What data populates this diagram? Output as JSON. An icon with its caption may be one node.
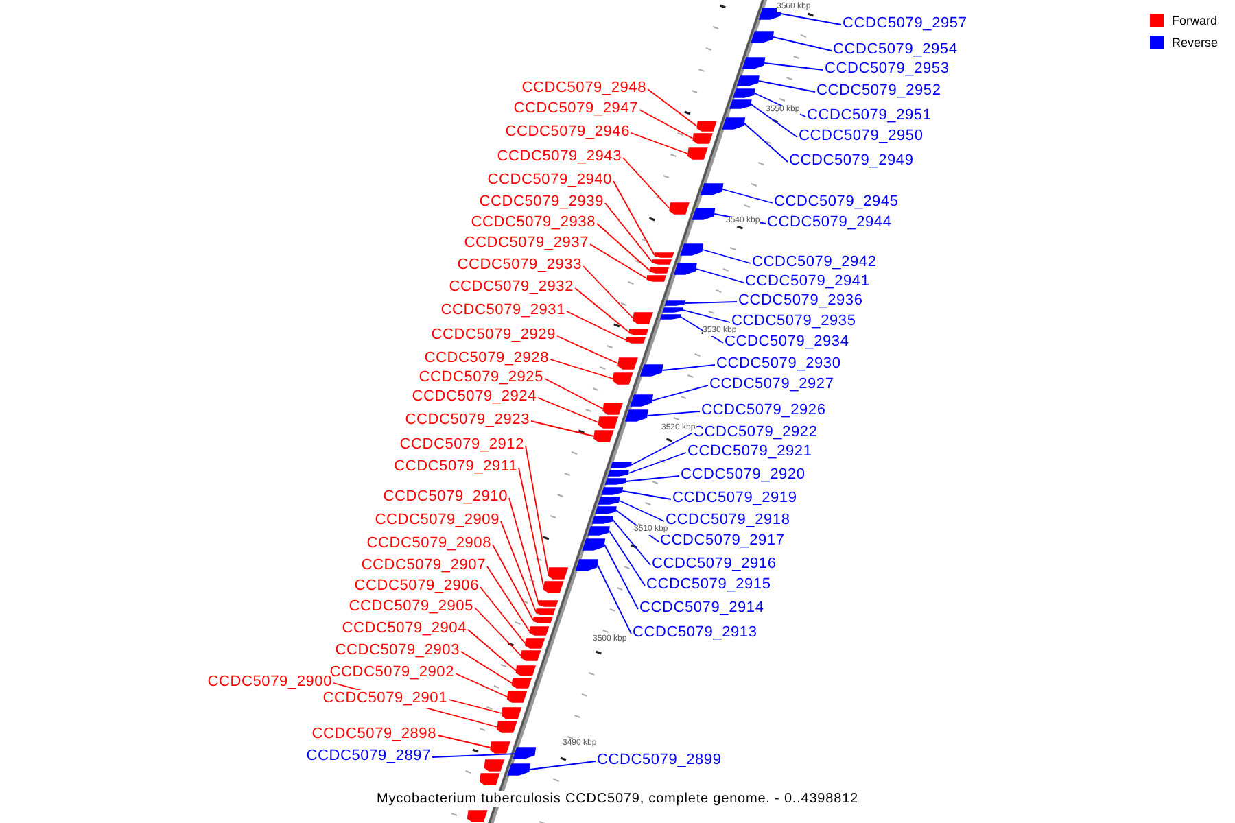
{
  "diagram": {
    "caption": "Mycobacterium tuberculosis CCDC5079, complete genome. - 0..4398812",
    "nodes": [
      {
        "text": [
          "CCDC5079_2948"
        ]
      },
      {
        "text": [
          "CCDC5079_2947"
        ]
      },
      {
        "text": [
          "CCDC5079_2946"
        ]
      },
      {
        "text": [
          "CCDC5079_2943"
        ]
      },
      {
        "text": [
          "CCDC5079_2940"
        ]
      },
      {
        "text": [
          "CCDC5079_2939"
        ]
      },
      {
        "text": [
          "CCDC5079_2938"
        ]
      },
      {
        "text": [
          "CCDC5079_2937"
        ]
      },
      {
        "text": [
          "CCDC5079_2933"
        ]
      },
      {
        "text": [
          "CCDC5079_2932"
        ]
      },
      {
        "text": [
          "CCDC5079_2931"
        ]
      },
      {
        "text": [
          "CCDC5079_2929"
        ]
      },
      {
        "text": [
          "CCDC5079_2928"
        ]
      },
      {
        "text": [
          "CCDC5079_2925"
        ]
      },
      {
        "text": [
          "CCDC5079_2924"
        ]
      },
      {
        "text": [
          "CCDC5079_2923"
        ]
      },
      {
        "text": [
          "CCDC5079_2912"
        ]
      },
      {
        "text": [
          "CCDC5079_2911"
        ]
      },
      {
        "text": [
          "CCDC5079_2910"
        ]
      },
      {
        "text": [
          "CCDC5079_2909"
        ]
      },
      {
        "text": [
          "CCDC5079_2908"
        ]
      },
      {
        "text": [
          "CCDC5079_2907"
        ]
      },
      {
        "text": [
          "CCDC5079_2906"
        ]
      },
      {
        "text": [
          "CCDC5079_2905"
        ]
      },
      {
        "text": [
          "CCDC5079_2904"
        ]
      },
      {
        "text": [
          "CCDC5079_2903"
        ]
      },
      {
        "text": [
          "CCDC5079_2902"
        ]
      },
      {
        "text": [
          "CCDC5079_2900"
        ]
      },
      {
        "text": [
          "CCDC5079_2901"
        ]
      },
      {
        "text": [
          "CCDC5079_2898"
        ]
      },
      {
        "text": [
          "CCDC5079_2897"
        ]
      },
      {
        "text": [
          "CCDC5079_2957"
        ]
      },
      {
        "text": [
          "CCDC5079_2954"
        ]
      },
      {
        "text": [
          "CCDC5079_2953"
        ]
      },
      {
        "text": [
          "CCDC5079_2952"
        ]
      },
      {
        "text": [
          "CCDC5079_2951"
        ]
      },
      {
        "text": [
          "CCDC5079_2950"
        ]
      },
      {
        "text": [
          "CCDC5079_2949"
        ]
      },
      {
        "text": [
          "CCDC5079_2945"
        ]
      },
      {
        "text": [
          "CCDC5079_2944"
        ]
      },
      {
        "text": [
          "CCDC5079_2942"
        ]
      },
      {
        "text": [
          "CCDC5079_2941"
        ]
      },
      {
        "text": [
          "CCDC5079_2936"
        ]
      },
      {
        "text": [
          "CCDC5079_2935"
        ]
      },
      {
        "text": [
          "CCDC5079_2934"
        ]
      },
      {
        "text": [
          "CCDC5079_2930"
        ]
      },
      {
        "text": [
          "CCDC5079_2927"
        ]
      },
      {
        "text": [
          "CCDC5079_2926"
        ]
      },
      {
        "text": [
          "CCDC5079_2922"
        ]
      },
      {
        "text": [
          "CCDC5079_2921"
        ]
      },
      {
        "text": [
          "CCDC5079_2920"
        ]
      },
      {
        "text": [
          "CCDC5079_2919"
        ]
      },
      {
        "text": [
          "CCDC5079_2918"
        ]
      },
      {
        "text": [
          "CCDC5079_2917"
        ]
      },
      {
        "text": [
          "CCDC5079_2916"
        ]
      },
      {
        "text": [
          "CCDC5079_2915"
        ]
      },
      {
        "text": [
          "CCDC5079_2914"
        ]
      },
      {
        "text": [
          "CCDC5079_2913"
        ]
      },
      {
        "text": [
          "CCDC5079_2899"
        ]
      },
      {
        "text": [],
        "shape": "box"
      },
      {
        "text": [],
        "shape": "box"
      },
      {
        "text": [],
        "shape": "box"
      },
      {
        "text": [],
        "shape": "box"
      },
      {
        "text": [],
        "shape": "box"
      },
      {
        "text": [],
        "shape": "box"
      },
      {
        "text": [],
        "shape": "box"
      },
      {
        "text": [],
        "shape": "box"
      },
      {
        "text": [],
        "shape": "box"
      },
      {
        "text": [],
        "shape": "box"
      },
      {
        "text": [],
        "shape": "box"
      },
      {
        "text": [],
        "shape": "box"
      },
      {
        "text": [],
        "shape": "box"
      },
      {
        "text": [],
        "shape": "box"
      },
      {
        "text": [],
        "shape": "box"
      },
      {
        "text": [],
        "shape": "box"
      },
      {
        "text": [],
        "shape": "box"
      },
      {
        "text": [],
        "shape": "box"
      },
      {
        "text": [],
        "shape": "box"
      },
      {
        "text": [],
        "shape": "box"
      },
      {
        "text": [],
        "shape": "box"
      },
      {
        "text": [],
        "shape": "box"
      },
      {
        "text": [],
        "shape": "box"
      },
      {
        "text": [],
        "shape": "box"
      },
      {
        "text": [],
        "shape": "box"
      },
      {
        "text": [],
        "shape": "box"
      },
      {
        "text": [],
        "shape": "box"
      },
      {
        "text": [],
        "shape": "box"
      },
      {
        "text": [],
        "shape": "box"
      },
      {
        "text": [],
        "shape": "box"
      },
      {
        "text": [],
        "shape": "box"
      },
      {
        "text": [],
        "shape": "box"
      },
      {
        "text": [],
        "shape": "box"
      },
      {
        "text": [],
        "shape": "box"
      },
      {
        "text": [],
        "shape": "box"
      },
      {
        "text": [],
        "shape": "box"
      },
      {
        "text": [],
        "shape": "box"
      },
      {
        "text": [],
        "shape": "box"
      },
      {
        "text": [],
        "shape": "box"
      },
      {
        "text": [],
        "shape": "box"
      },
      {
        "text": [],
        "shape": "box"
      },
      {
        "text": [],
        "shape": "box"
      },
      {
        "text": [],
        "shape": "box"
      },
      {
        "text": [],
        "shape": "box"
      },
      {
        "text": [],
        "shape": "box"
      },
      {
        "text": [],
        "shape": "box"
      },
      {
        "text": [],
        "shape": "box"
      },
      {
        "text": [],
        "shape": "box"
      },
      {
        "text": [],
        "shape": "box"
      },
      {
        "text": [],
        "shape": "box"
      },
      {
        "text": [],
        "shape": "box"
      },
      {
        "text": [],
        "shape": "box"
      },
      {
        "text": [],
        "shape": "box"
      },
      {
        "text": [],
        "shape": "box"
      },
      {
        "text": [],
        "shape": "box"
      },
      {
        "text": [],
        "shape": "box"
      },
      {
        "text": [],
        "shape": "box"
      },
      {
        "text": [],
        "shape": "box"
      },
      {
        "text": [],
        "shape": "box"
      },
      {
        "text": [],
        "shape": "box"
      },
      {
        "text": [],
        "shape": "box"
      },
      {
        "text": [],
        "shape": "box"
      }
    ],
    "edges": [
      {
        "from": 0,
        "to": 59,
        "arrow": "none"
      },
      {
        "from": 1,
        "to": 60,
        "arrow": "none"
      },
      {
        "from": 2,
        "to": 61,
        "arrow": "none"
      },
      {
        "from": 3,
        "to": 62,
        "arrow": "none"
      },
      {
        "from": 4,
        "to": 63,
        "arrow": "none"
      },
      {
        "from": 5,
        "to": 64,
        "arrow": "none"
      },
      {
        "from": 6,
        "to": 65,
        "arrow": "none"
      },
      {
        "from": 7,
        "to": 66,
        "arrow": "none"
      },
      {
        "from": 8,
        "to": 67,
        "arrow": "none"
      },
      {
        "from": 9,
        "to": 68,
        "arrow": "none"
      },
      {
        "from": 10,
        "to": 69,
        "arrow": "none"
      },
      {
        "from": 11,
        "to": 70,
        "arrow": "none"
      },
      {
        "from": 12,
        "to": 71,
        "arrow": "none"
      },
      {
        "from": 13,
        "to": 72,
        "arrow": "none"
      },
      {
        "from": 14,
        "to": 73,
        "arrow": "none"
      },
      {
        "from": 15,
        "to": 74,
        "arrow": "none"
      },
      {
        "from": 16,
        "to": 75,
        "arrow": "none"
      },
      {
        "from": 17,
        "to": 76,
        "arrow": "none"
      },
      {
        "from": 18,
        "to": 77,
        "arrow": "none"
      },
      {
        "from": 19,
        "to": 78,
        "arrow": "none"
      },
      {
        "from": 20,
        "to": 79,
        "arrow": "none"
      },
      {
        "from": 21,
        "to": 80,
        "arrow": "none"
      },
      {
        "from": 22,
        "to": 81,
        "arrow": "none"
      },
      {
        "from": 23,
        "to": 82,
        "arrow": "none"
      },
      {
        "from": 24,
        "to": 83,
        "arrow": "none"
      },
      {
        "from": 25,
        "to": 84,
        "arrow": "none"
      },
      {
        "from": 26,
        "to": 85,
        "arrow": "none"
      },
      {
        "from": 27,
        "to": 86,
        "arrow": "none"
      },
      {
        "from": 28,
        "to": 87,
        "arrow": "none"
      },
      {
        "from": 29,
        "to": 88,
        "arrow": "none"
      },
      {
        "from": 30,
        "to": 89,
        "arrow": "none",
        "color": "#0000ff"
      },
      {
        "from": 31,
        "to": 90,
        "arrow": "none",
        "color": "#0000ff"
      },
      {
        "from": 32,
        "to": 91,
        "arrow": "none",
        "color": "#0000ff"
      },
      {
        "from": 33,
        "to": 92,
        "arrow": "none",
        "color": "#0000ff"
      },
      {
        "from": 34,
        "to": 93,
        "arrow": "none",
        "color": "#0000ff"
      },
      {
        "from": 35,
        "to": 94,
        "arrow": "none",
        "color": "#0000ff"
      },
      {
        "from": 36,
        "to": 95,
        "arrow": "none",
        "color": "#0000ff"
      },
      {
        "from": 37,
        "to": 96,
        "arrow": "none",
        "color": "#0000ff"
      },
      {
        "from": 38,
        "to": 97,
        "arrow": "none",
        "color": "#0000ff"
      },
      {
        "from": 39,
        "to": 98,
        "arrow": "none",
        "color": "#0000ff"
      },
      {
        "from": 40,
        "to": 99,
        "arrow": "none",
        "color": "#0000ff"
      },
      {
        "from": 41,
        "to": 100,
        "arrow": "none",
        "color": "#0000ff"
      },
      {
        "from": 42,
        "to": 101,
        "arrow": "none",
        "color": "#0000ff"
      },
      {
        "from": 43,
        "to": 102,
        "arrow": "none",
        "color": "#0000ff"
      },
      {
        "from": 44,
        "to": 103,
        "arrow": "none",
        "color": "#0000ff"
      },
      {
        "from": 45,
        "to": 104,
        "arrow": "none",
        "color": "#0000ff"
      },
      {
        "from": 46,
        "to": 105,
        "arrow": "none",
        "color": "#0000ff"
      },
      {
        "from": 47,
        "to": 106,
        "arrow": "none",
        "color": "#0000ff"
      },
      {
        "from": 48,
        "to": 107,
        "arrow": "none",
        "color": "#0000ff"
      },
      {
        "from": 49,
        "to": 108,
        "arrow": "none",
        "color": "#0000ff"
      },
      {
        "from": 50,
        "to": 109,
        "arrow": "none",
        "color": "#0000ff"
      },
      {
        "from": 51,
        "to": 110,
        "arrow": "none",
        "color": "#0000ff"
      },
      {
        "from": 52,
        "to": 111,
        "arrow": "none",
        "color": "#0000ff"
      },
      {
        "from": 53,
        "to": 112,
        "arrow": "none",
        "color": "#0000ff"
      },
      {
        "from": 54,
        "to": 113,
        "arrow": "none",
        "color": "#0000ff"
      },
      {
        "from": 55,
        "to": 114,
        "arrow": "none",
        "color": "#0000ff"
      },
      {
        "from": 56,
        "to": 115,
        "arrow": "none",
        "color": "#0000ff"
      },
      {
        "from": 57,
        "to": 116,
        "arrow": "none",
        "color": "#0000ff"
      },
      {
        "from": 58,
        "to": 117,
        "arrow": "none",
        "color": "#0000ff"
      }
    ],
    "labels": [
      "3560 kbp",
      "3550 kbp",
      "3540 kbp",
      "3530 kbp",
      "3520 kbp",
      "3510 kbp",
      "3500 kbp",
      "3490 kbp"
    ],
    "legend": [
      {
        "text": "Forward",
        "color": "#ff0000"
      },
      {
        "text": "Reverse",
        "color": "#0000ff"
      }
    ]
  }
}
